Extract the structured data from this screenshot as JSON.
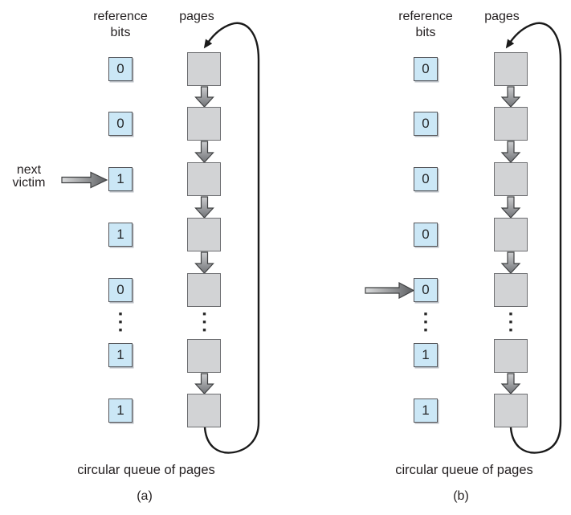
{
  "figure": {
    "header": {
      "reference_bits_line1": "reference",
      "reference_bits_line2": "bits",
      "pages_label": "pages"
    },
    "caption": "circular queue of pages",
    "panels": [
      {
        "name": "a",
        "label": "(a)",
        "next_victim_label_line1": "next",
        "next_victim_label_line2": "victim",
        "victim_pointer_row": 3,
        "reference_bits": [
          "0",
          "0",
          "1",
          "1",
          "0",
          "1",
          "1"
        ]
      },
      {
        "name": "b",
        "label": "(b)",
        "victim_pointer_row": 5,
        "reference_bits": [
          "0",
          "0",
          "0",
          "0",
          "0",
          "1",
          "1"
        ]
      }
    ],
    "icons": {
      "vertical_ellipsis": "⋮",
      "next_victim_arrow": "right-arrow",
      "queue_link_arrow": "down-arrow",
      "circular_loop": "curved-arrow"
    },
    "colors": {
      "reference_bit_fill": "#cbe7f6",
      "reference_bit_border": "#55565a",
      "page_fill": "#d2d3d5",
      "page_border": "#6d6e71",
      "arrow_fill_light": "#d9dadb",
      "arrow_fill_dark": "#6a6c6e",
      "loop_line": "#1a1a1a",
      "text": "#231f20"
    }
  }
}
